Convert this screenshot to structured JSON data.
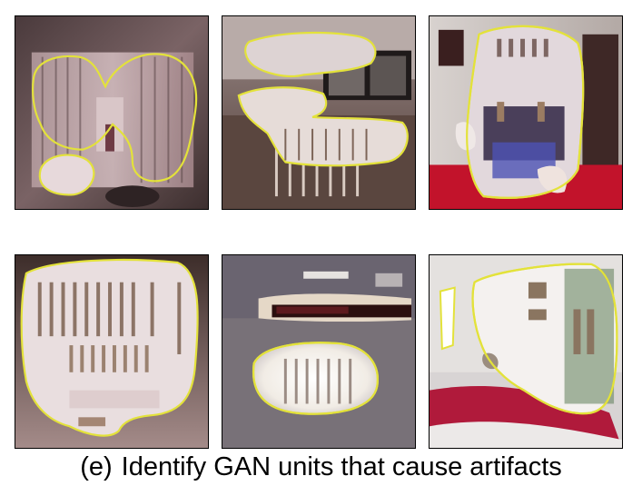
{
  "figure": {
    "caption_label": "(e)",
    "caption_text": "Identify GAN units that cause artifacts",
    "outline_color": "#e3e23a"
  },
  "panels": [
    {
      "row": 1,
      "col": 1,
      "scene": "dark bedroom with wood walls",
      "region": "artifact-region"
    },
    {
      "row": 1,
      "col": 2,
      "scene": "bedroom with framed pictures and bed",
      "region": "artifact-region"
    },
    {
      "row": 1,
      "col": 3,
      "scene": "bedroom with red bed and white headboard",
      "region": "artifact-region"
    },
    {
      "row": 2,
      "col": 1,
      "scene": "distorted room with grid artifacts",
      "region": "artifact-region"
    },
    {
      "row": 2,
      "col": 2,
      "scene": "gray room with white bed",
      "region": "artifact-region"
    },
    {
      "row": 2,
      "col": 3,
      "scene": "white bedroom with red blanket",
      "region": "artifact-region"
    }
  ]
}
